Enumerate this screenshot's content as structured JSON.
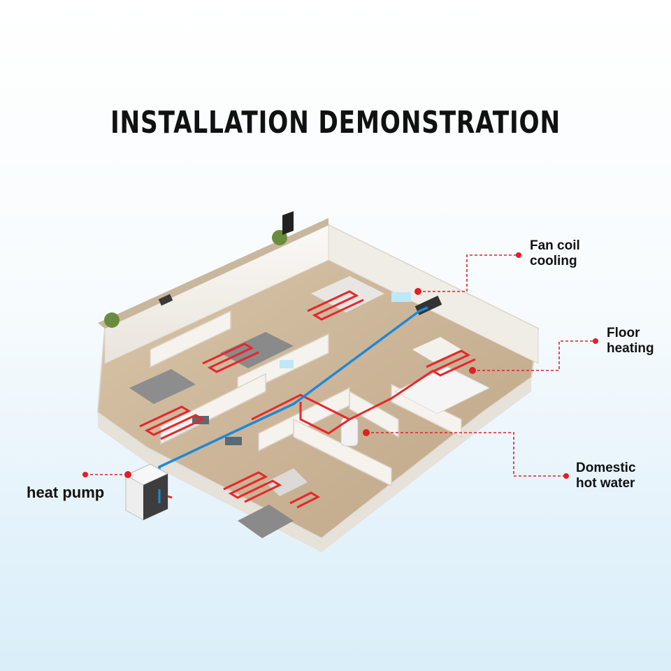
{
  "title": "INSTALLATION DEMONSTRATION",
  "labels": {
    "fan_coil": {
      "line1": "Fan coil",
      "line2": "cooling"
    },
    "floor_heating": {
      "line1": "Floor",
      "line2": "heating"
    },
    "domestic_hot_water": {
      "line1": "Domestic",
      "line2": "hot water"
    },
    "heat_pump": "heat pump"
  },
  "colors": {
    "hot_pipe": "#e8262a",
    "cold_pipe": "#1e88d8",
    "callout": "#e31e24",
    "floor": "#cdb79a",
    "wall": "#f4f1ec"
  }
}
